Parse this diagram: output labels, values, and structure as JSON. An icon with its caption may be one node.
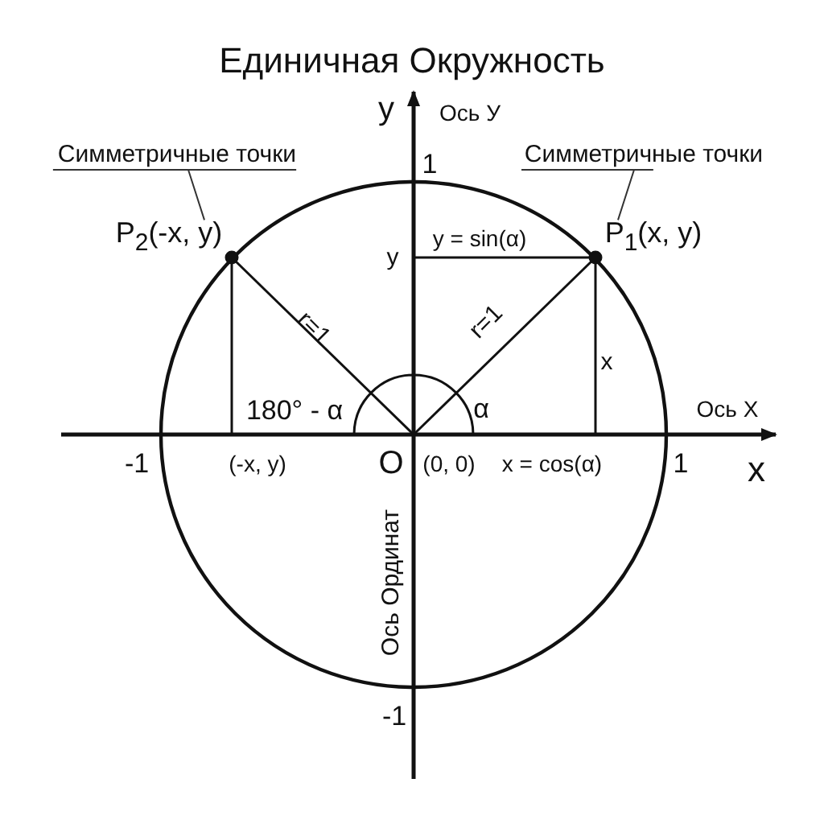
{
  "diagram": {
    "title": "Единичная Окружность",
    "nodes": [
      {
        "text": [
          "Симметричные точки"
        ]
      },
      {
        "text": [
          "P$_{2}$(-x, y)"
        ]
      },
      {
        "text": [
          "Симметричные точки"
        ]
      },
      {
        "text": [
          "P$_{1}$(x, y)"
        ]
      }
    ],
    "edges": [
      {
        "from": 0,
        "to": 1,
        "arrow": "none"
      },
      {
        "from": 2,
        "to": 3,
        "arrow": "none"
      }
    ],
    "labels": [
      "y",
      "Ось У",
      "1",
      "y",
      "y = sin(α)",
      "r=1",
      "r=1",
      "x",
      "180° - α",
      "α",
      "Ось X",
      "-1",
      "(-x, y)",
      "O",
      "(0, 0)",
      "x = cos(α)",
      "1",
      "x",
      "Ось Ординат",
      "-1"
    ]
  }
}
